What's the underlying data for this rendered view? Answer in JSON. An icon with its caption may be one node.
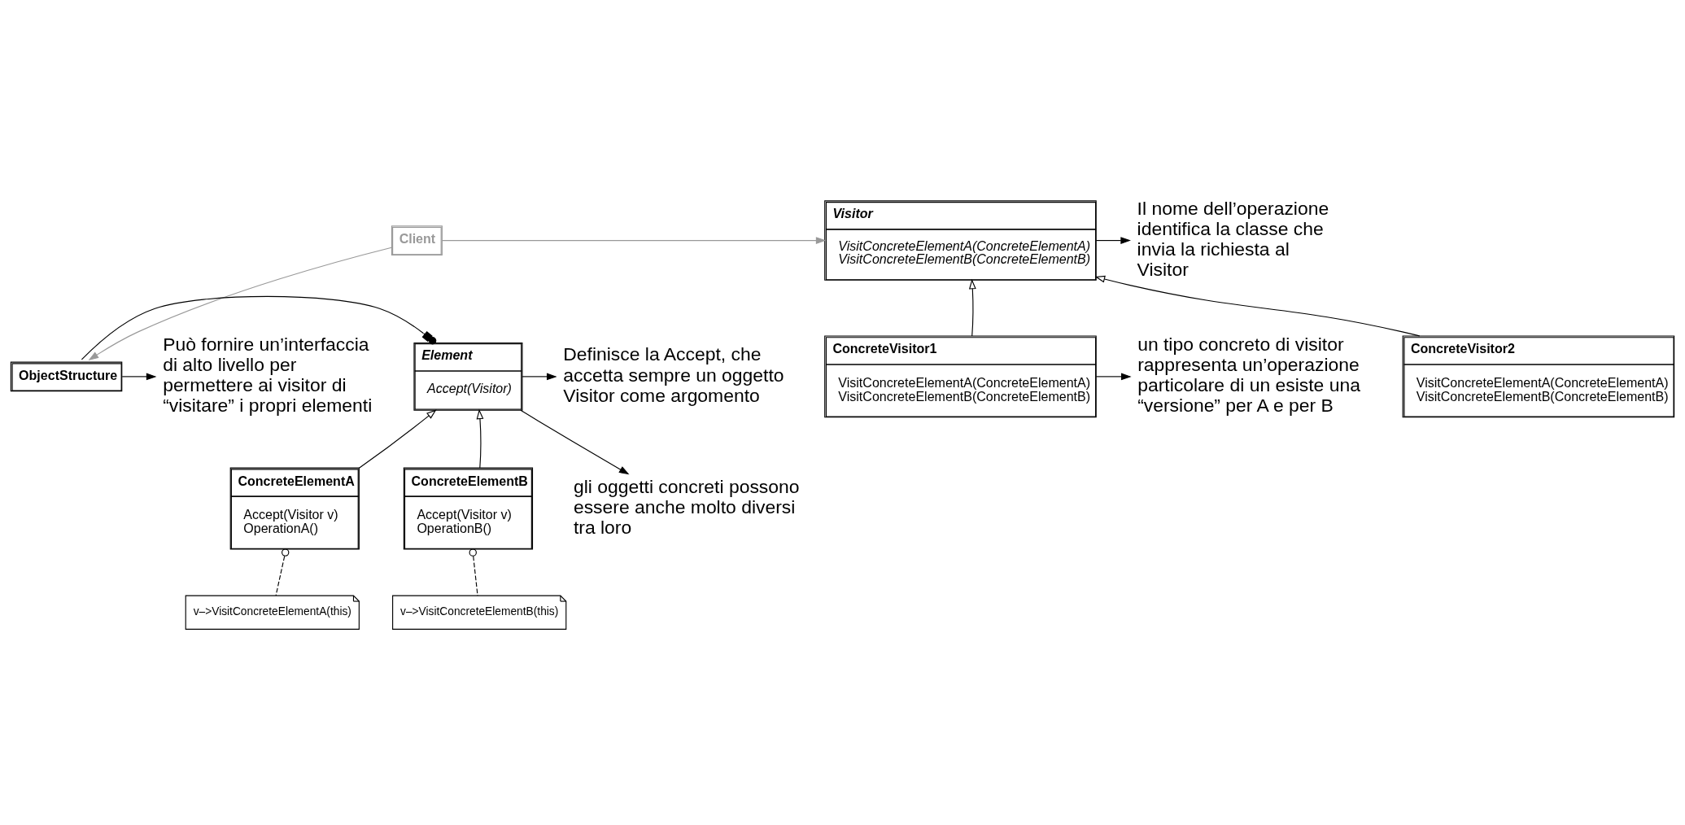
{
  "diagram": {
    "nodes": [
      {
        "text": [
          "Client"
        ]
      },
      {
        "text": [
          "Visitor",
          "VisitConcreteElementA(ConcreteElementA)",
          "VisitConcreteElementB(ConcreteElementB)"
        ]
      },
      {
        "text": [
          "ConcreteVisitor1",
          "VisitConcreteElementA(ConcreteElementA)",
          "VisitConcreteElementB(ConcreteElementB)"
        ]
      },
      {
        "text": [
          "ConcreteVisitor2",
          "VisitConcreteElementA(ConcreteElementA)",
          "VisitConcreteElementB(ConcreteElementB)"
        ]
      },
      {
        "text": [
          "ObjectStructure"
        ]
      },
      {
        "text": [
          "Element",
          "Accept(Visitor)"
        ]
      },
      {
        "text": [
          "ConcreteElementA",
          "Accept(Visitor v)",
          "OperationA()"
        ]
      },
      {
        "text": [
          "ConcreteElementB",
          "Accept(Visitor v)",
          "OperationB()"
        ]
      },
      {
        "text": [
          "v–>VisitConcreteElementA(this)"
        ]
      },
      {
        "text": [
          "v–>VisitConcreteElementB(this)"
        ]
      },
      {
        "text": [
          "Il nome dell’operazione identifica la classe che invia la richiesta al Visitor"
        ]
      },
      {
        "text": [
          "un tipo concreto di visitor rappresenta un’operazione particolare di un esiste una “versione” per A e per B"
        ]
      },
      {
        "text": [
          "Definisce la Accept, che accetta sempre un oggetto Visitor come argomento"
        ]
      },
      {
        "text": [
          "Può fornire un’interfaccia di alto livello per permettere ai visitor di “visitare” i propri elementi"
        ]
      },
      {
        "text": [
          "gli oggetti concreti possono essere anche molto diversi tra loro"
        ]
      }
    ],
    "edges": [
      {
        "from": 0,
        "to": 1,
        "arrow": "to",
        "color": "#999999"
      },
      {
        "from": 0,
        "to": 4,
        "arrow": "to",
        "color": "#999999"
      },
      {
        "from": 2,
        "to": 1,
        "arrow": "to"
      },
      {
        "from": 3,
        "to": 1,
        "arrow": "to"
      },
      {
        "from": 4,
        "to": 5,
        "arrow": "other"
      },
      {
        "from": 6,
        "to": 5,
        "arrow": "to"
      },
      {
        "from": 7,
        "to": 5,
        "arrow": "to"
      },
      {
        "from": 6,
        "to": 8,
        "arrow": "other",
        "style": "dashed"
      },
      {
        "from": 7,
        "to": 9,
        "arrow": "other",
        "style": "dashed"
      },
      {
        "from": 1,
        "to": 10,
        "arrow": "to"
      },
      {
        "from": 2,
        "to": 11,
        "arrow": "to"
      },
      {
        "from": 5,
        "to": 12,
        "arrow": "to"
      },
      {
        "from": 4,
        "to": 13,
        "arrow": "to"
      },
      {
        "from": 5,
        "to": 14,
        "arrow": "to"
      }
    ]
  }
}
